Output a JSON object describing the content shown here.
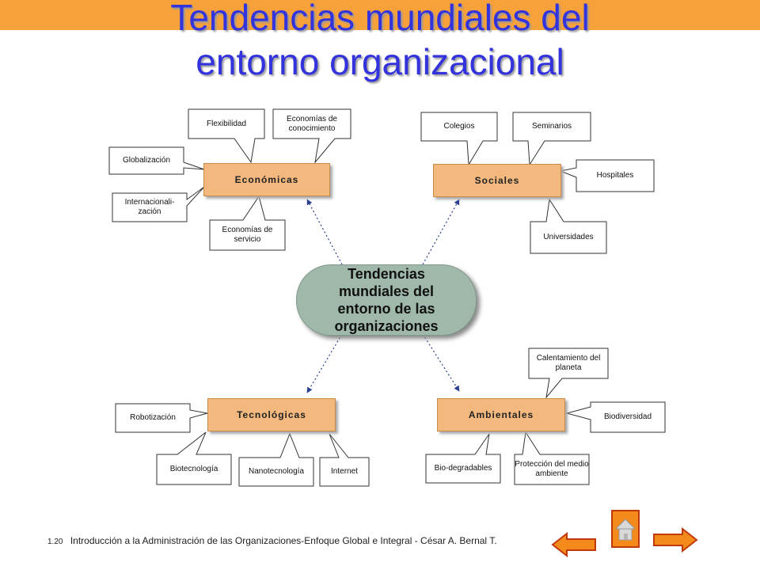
{
  "header": {
    "title_line1": "Tendencias mundiales del",
    "title_line2": "entorno organizacional"
  },
  "center": {
    "text": "Tendencias mundiales del entorno de las organizaciones"
  },
  "categories": {
    "economicas": "Económicas",
    "sociales": "Sociales",
    "tecnologicas": "Tecnológicas",
    "ambientales": "Ambientales"
  },
  "callouts": {
    "flexibilidad": "Flexibilidad",
    "economias_conocimiento": "Economías de conocimiento",
    "globalizacion": "Globalización",
    "internacionalizacion": "Internacionali- zación",
    "economias_servicio": "Economías de servicio",
    "colegios": "Colegios",
    "seminarios": "Seminarios",
    "hospitales": "Hospitales",
    "universidades": "Universidades",
    "robotizacion": "Robotización",
    "biotecnologia": "Biotecnología",
    "nanotecnologia": "Nanotecnología",
    "internet": "Internet",
    "calentamiento": "Calentamiento del planeta",
    "biodiversidad": "Biodiversidad",
    "biodegradables": "Bio-degradables",
    "proteccion": "Protección del medio ambiente"
  },
  "footer": {
    "slide_number": "1.20",
    "text": "Introducción a la Administración de las Organizaciones-Enfoque Global e Integral - César A. Bernal T."
  },
  "colors": {
    "accent_bar": "#f7a13a",
    "title": "#3333dd",
    "category_fill": "#f2b87e",
    "center_fill": "#9fb8aa",
    "nav_orange": "#f48a1c"
  },
  "icons": {
    "back": "left-arrow-icon",
    "home": "home-icon",
    "forward": "right-arrow-icon"
  }
}
